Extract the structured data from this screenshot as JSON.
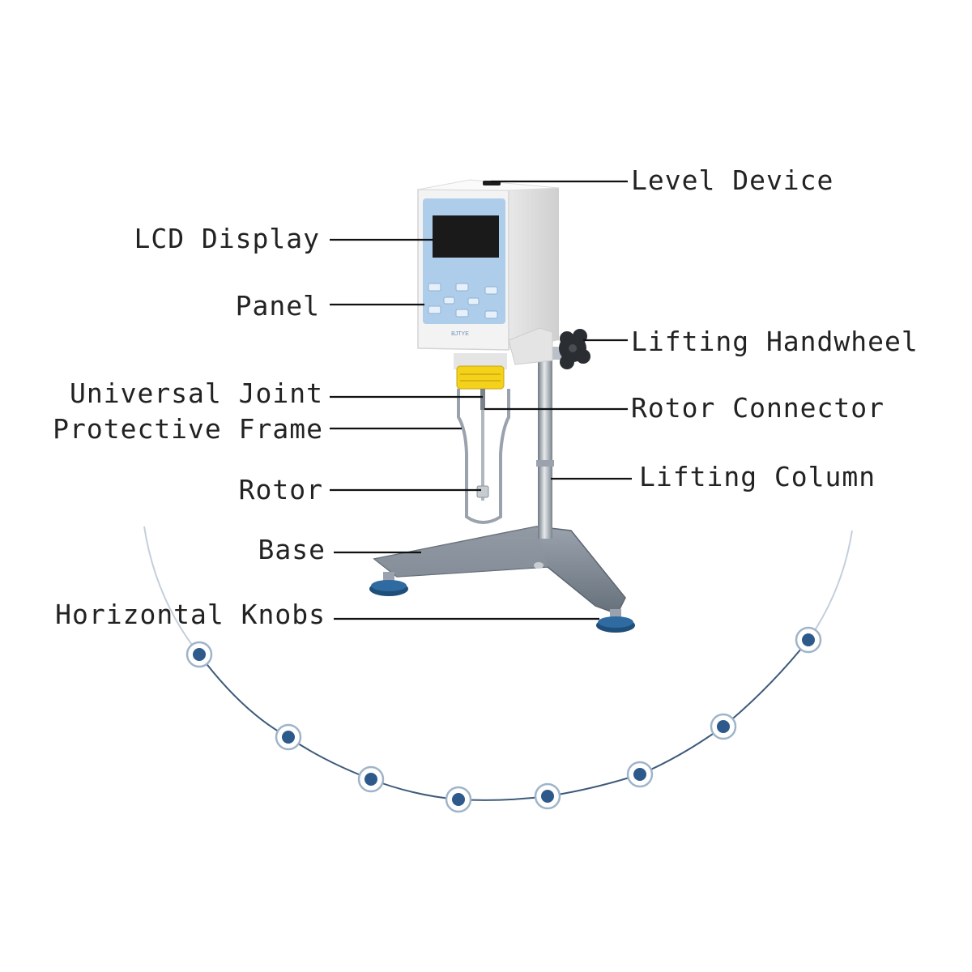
{
  "diagram": {
    "labels": {
      "level_device": "Level Device",
      "lcd_display": "LCD Display",
      "panel": "Panel",
      "lifting_handwheel": "Lifting Handwheel",
      "universal_joint": "Universal Joint",
      "rotor_connector": "Rotor Connector",
      "protective_frame": "Protective Frame",
      "rotor": "Rotor",
      "lifting_column": "Lifting Column",
      "base": "Base",
      "horizontal_knobs": "Horizontal Knobs"
    },
    "device_logo": "BJTYE",
    "colors": {
      "panel_blue": "#aecdea",
      "housing": "#f3f3f3",
      "lcd": "#1a1a1a",
      "yellow_ring": "#f5d21a",
      "metal_base": "#7e8894",
      "knob": "#1f4e7a",
      "arc_line": "#3d5a7a",
      "arc_dot": "#2d5a8a"
    }
  }
}
